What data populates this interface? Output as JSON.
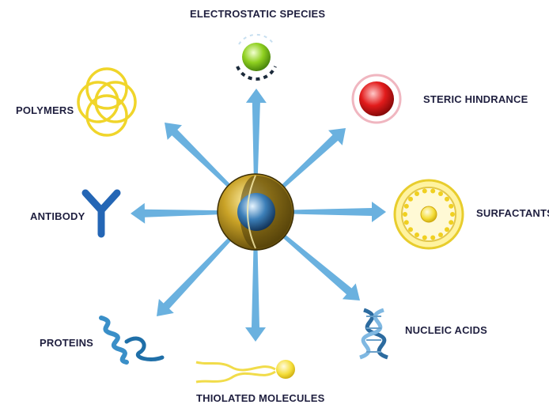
{
  "diagram": {
    "center": {
      "name": "core-shell-nanoparticle"
    },
    "labels": {
      "electrostatic": "ELECTROSTATIC  SPECIES",
      "steric": "STERIC HINDRANCE",
      "surfactants": "SURFACTANTS",
      "nucleic": "NUCLEIC ACIDS",
      "thiolated": "THIOLATED MOLECULES",
      "proteins": "PROTEINS",
      "antibody": "ANTIBODY",
      "polymers": "POLYMERS"
    },
    "colors": {
      "arrow": "#5aa8dc",
      "label": "#1f1f3f",
      "gold": "#c9a227",
      "green": "#8fd020",
      "red": "#e21b1b",
      "yellow": "#f5de3a",
      "antibody_blue": "#2466b5"
    }
  }
}
